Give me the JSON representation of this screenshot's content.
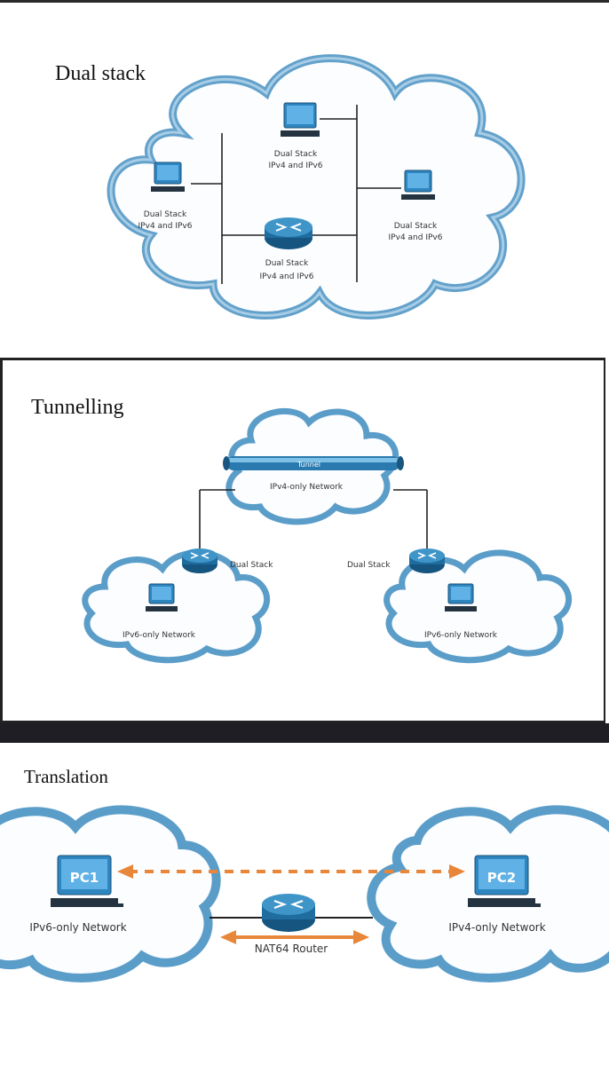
{
  "sections": {
    "dual_stack": {
      "title": "Dual stack",
      "nodes": {
        "pc_left": [
          "Dual Stack",
          "IPv4 and IPv6"
        ],
        "pc_top": [
          "Dual Stack",
          "IPv4 and IPv6"
        ],
        "pc_right": [
          "Dual Stack",
          "IPv4 and IPv6"
        ],
        "router": [
          "Dual Stack",
          "IPv4 and IPv6"
        ]
      }
    },
    "tunnelling": {
      "title": "Tunnelling",
      "tunnel_label": "Tunnel",
      "center_network": "IPv4-only Network",
      "left_router": "Dual Stack",
      "right_router": "Dual Stack",
      "left_network": "IPv6-only Network",
      "right_network": "IPv6-only Network"
    },
    "translation": {
      "title": "Translation",
      "pc1": "PC1",
      "pc2": "PC2",
      "left_network": "IPv6-only Network",
      "right_network": "IPv4-only Network",
      "router": "NAT64 Router"
    }
  },
  "colors": {
    "cloud": "#5b9dc9",
    "router": "#1f6c9e",
    "pc": "#2e86c1",
    "arrow": "#e8873a",
    "divider": "#1e1e24"
  }
}
